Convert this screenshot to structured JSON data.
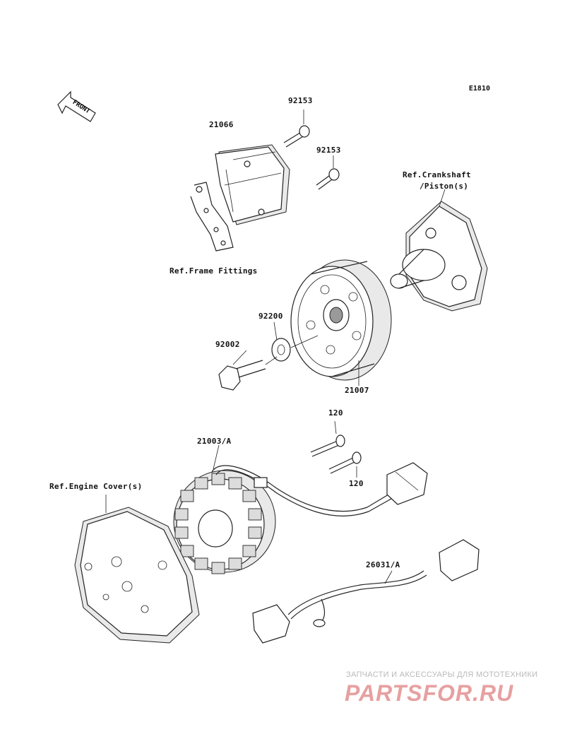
{
  "diagram_code": "E1810",
  "front_label": "FRONT",
  "labels": {
    "bolt_92153_top": "92153",
    "bolt_92153_mid": "92153",
    "regulator_21066": "21066",
    "ref_crankshaft_line1": "Ref.Crankshaft",
    "ref_crankshaft_line2": "/Piston(s)",
    "ref_frame_fittings": "Ref.Frame Fittings",
    "washer_92200": "92200",
    "bolt_92002": "92002",
    "rotor_21007": "21007",
    "bolt_120_top": "120",
    "stator_21003a": "21003/A",
    "bolt_120_bottom": "120",
    "ref_engine_cover": "Ref.Engine Cover(s)",
    "lead_26031a": "26031/A"
  },
  "watermark": {
    "subtitle": "ЗАПЧАСТИ И АКСЕССУАРЫ ДЛЯ МОТОТЕХНИКИ",
    "brand": "PARTSFOR.RU"
  }
}
